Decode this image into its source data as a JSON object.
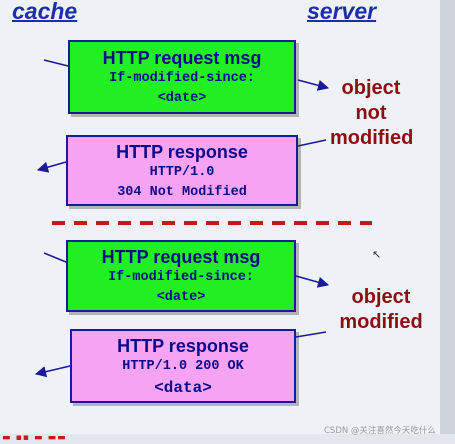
{
  "headers": {
    "cache": "cache",
    "server": "server"
  },
  "exchange_1": {
    "request": {
      "title": "HTTP request msg",
      "line1": "If-modified-since:",
      "line2": "<date>"
    },
    "response": {
      "title": "HTTP response",
      "line1": "HTTP/1.0",
      "line2": "304 Not Modified"
    },
    "outcome": [
      "object",
      "not",
      "modified"
    ]
  },
  "exchange_2": {
    "request": {
      "title": "HTTP request msg",
      "line1": "If-modified-since:",
      "line2": "<date>"
    },
    "response": {
      "title": "HTTP response",
      "line1": "HTTP/1.0 200 OK",
      "line2": "<data>"
    },
    "outcome": [
      "object",
      "modified"
    ]
  },
  "watermark": "CSDN @关注喜然今天吃什么",
  "colors": {
    "header": "#1a2fa8",
    "request_box": "#22ef22",
    "response_box": "#f7a3f3",
    "box_text": "#0b0b8a",
    "outcome_text": "#8b0f12",
    "divider": "#c41a1a"
  }
}
